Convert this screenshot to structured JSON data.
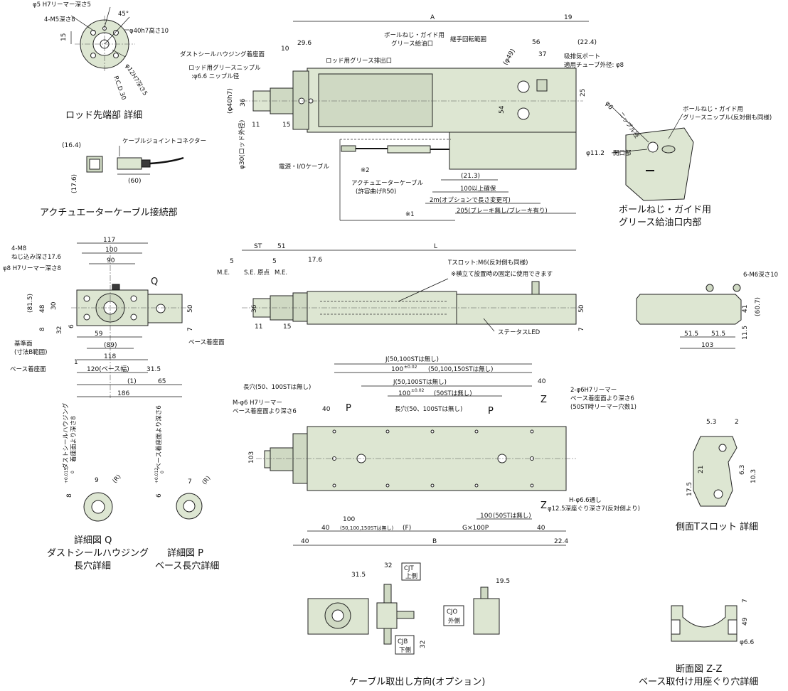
{
  "captions": {
    "rod_end": "ロッド先端部 詳細",
    "actuator_cable": "アクチュエーターケーブル接続部",
    "grease_inside": "ボールねじ・ガイド用",
    "grease_inside_2": "グリース給油口内部",
    "detail_q_1": "詳細図 Q",
    "detail_q_2": "ダストシールハウジング",
    "detail_q_3": "長穴詳細",
    "detail_p_1": "詳細図 P",
    "detail_p_2": "ベース長穴詳細",
    "side_tslot": "側面Tスロット 詳細",
    "cable_dir": "ケーブル取出し方向(オプション)",
    "section_1": "断面図 Z-Z",
    "section_2": "ベース取付け用座ぐり穴詳細"
  },
  "rod_end": {
    "n1": "φ5 H7リーマー深さ5",
    "n2": "4-M5深さ8",
    "n3": "45°",
    "n4": "φ40h7高さ10",
    "n5": "φ12H7深さ5",
    "n6": "P.C.D.30",
    "d15": "15"
  },
  "cable": {
    "d164": "(16.4)",
    "connector": "ケーブルジョイントコネクター",
    "d176": "(17.6)",
    "d60": "(60)"
  },
  "top_view": {
    "A": "A",
    "d19": "19",
    "d10": "10",
    "d296": "29.6",
    "d56": "56",
    "d224": "(22.4)",
    "d37": "37",
    "d25": "25",
    "d54": "54",
    "phi49": "(φ49)",
    "d36": "36",
    "phi40": "(φ40h7)",
    "d11": "11",
    "d15": "15",
    "phi30": "φ30(ロッド外径)",
    "n_dust": "ダストシールハウジング着座面",
    "n_rodgrease": "ロッド用グリースニップル",
    "n_rodgrease2": ":φ6.6 ニップル径",
    "n_rodexhaust": "ロッド用グリース排出口",
    "n_bsgrease": "ボールねじ・ガイド用",
    "n_bsgrease2": "グリース給油口",
    "n_joint": "継手回転範囲",
    "n_port": "吸排気ポート",
    "n_port2": "適用チューブ外径: φ8",
    "n_power": "電源・I/Oケーブル",
    "n_m2": "※2",
    "n_actcable": "アクチュエーターケーブル",
    "n_actcable2": "(許容曲げR50)",
    "d213": "(21.3)",
    "n_100": "100以上確保",
    "n_2m": "2m(オプションで長さ変更可)",
    "n_205": "205(ブレーキ無し/ブレーキ有り)",
    "n_m1": "※1"
  },
  "grease_detail": {
    "phi6": "φ6",
    "nipple": "ニップル径",
    "phi112": "φ11.2",
    "opening": "開口部",
    "n1": "ボールねじ・ガイド用",
    "n2": "グリースニップル(反対側も同様)"
  },
  "front_view": {
    "d117": "117",
    "d100": "100",
    "d90": "90",
    "n_m8": "4-M8",
    "n_m8b": "ねじ込み深さ17.6",
    "n_phi8": "φ8 H7リーマー深さ8",
    "Q": "Q",
    "d815": "(81.5)",
    "d48": "48",
    "d30": "30",
    "d8": "8",
    "d32": "32",
    "d6": "6",
    "d59": "59",
    "d89": "(89)",
    "d118": "118",
    "d50": "50",
    "d7": "7",
    "n_base": "ベース着座面",
    "n_ref": "基準面",
    "n_ref2": "(寸法B範囲)",
    "n_base2": "ベース着座面",
    "d1": "1",
    "d120": "120(ベース幅)",
    "d315": "31.5",
    "d1b": "(1)",
    "d65": "65",
    "d186": "186"
  },
  "middle_view": {
    "ST": "ST",
    "d51": "51",
    "L": "L",
    "d5a": "5",
    "d5b": "5",
    "d176": "17.6",
    "ME1": "M.E.",
    "SE": "S.E.",
    "origin": "原点",
    "ME2": "M.E.",
    "n_tslot": "Tスロット:M6(反対側も同様)",
    "n_tslot2": "※横立て設置時の固定に使用できます",
    "d36": "36",
    "d11": "11",
    "d15": "15",
    "d50": "50",
    "d7": "7",
    "n_led": "ステータスLED"
  },
  "right_view": {
    "n_m6": "6-M6深さ10",
    "d41": "41",
    "d607": "(60.7)",
    "d515a": "51.5",
    "d515b": "51.5",
    "d103": "103",
    "d115": "11.5"
  },
  "bottom_view": {
    "J1": "J(50,100STは無し)",
    "d100a": "100",
    "tol": "±0.02",
    "d100a_note": "(50,100,150STは無し)",
    "d40top": "40",
    "J2": "J(50,100STは無し)",
    "d100b": "100",
    "d100b_note": "(50STは無し)",
    "Z": "Z",
    "n_slot1": "長穴(50、100STは無し)",
    "n_mphi6": "M-φ6 H7リーマー",
    "n_mphi6b": "ベース着座面より深さ6",
    "d40a": "40",
    "P1": "P",
    "P2": "P",
    "n_slot2": "長穴(50、100STは無し)",
    "n_2phi6": "2-φ6H7リーマー",
    "n_2phi6b": "ベース着座面より深さ6",
    "n_2phi6c": "(50ST時リーマー穴数1)",
    "d103": "103",
    "d100c": "100",
    "d100c_note": "(50STは無し)",
    "Z2": "Z",
    "n_hole": "H-φ6.6通し",
    "n_hole2": "φ12.5深座ぐり深さ7(反対側より)",
    "d40b": "40",
    "d100d": "100",
    "d100d_note": "(50,100,150STは無し)",
    "F": "(F)",
    "G": "G×100P",
    "d40c": "40",
    "d40d": "40",
    "B": "B",
    "d224": "22.4"
  },
  "detail_q": {
    "tol": "8",
    "tol2": "+0.015",
    "tol3": "0",
    "n1": "ダストシールハウジング",
    "n2": "着座面より深さ8",
    "d9": "9",
    "R": "(R)"
  },
  "detail_p": {
    "tol": "6",
    "tol2": "+0.012",
    "tol3": "0",
    "n1": "ベース着座面より深さ6",
    "d7": "7",
    "R": "(R)"
  },
  "tslot": {
    "d53": "5.3",
    "d2": "2",
    "d21": "21",
    "d63": "6.3",
    "d103": "10.3",
    "d175": "17.5"
  },
  "cable_dir": {
    "d315": "31.5",
    "d32a": "32",
    "CJT": "CJT",
    "CJT2": "上側",
    "d195": "19.5",
    "CJO": "CJO",
    "CJO2": "外側",
    "CJB": "CJB",
    "CJB2": "下側",
    "d32b": "32"
  },
  "section": {
    "d7": "7",
    "d49": "49",
    "phi66": "φ6.6"
  }
}
